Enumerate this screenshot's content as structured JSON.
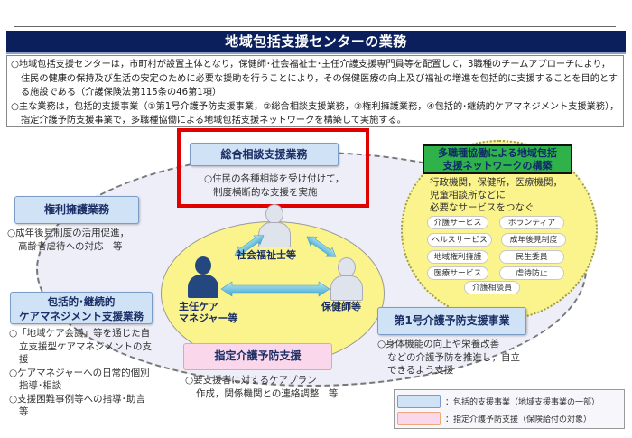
{
  "title": "地域包括支援センターの業務",
  "intro": {
    "paragraphs": [
      "○地域包括支援センターは，市町村が設置主体となり，保健師･社会福祉士･主任介護支援専門員等を配置して，3職種のチームアプローチにより，住民の健康の保持及び生活の安定のために必要な援助を行うことにより，その保健医療の向上及び福祉の増進を包括的に支援することを目的とする施設である（介護保険法第115条の46第1項）",
      "○主な業務は，包括的支援事業（①第1号介護予防支援事業，②総合相談支援業務，③権利擁護業務，④包括的･継続的ケアマネジメント支援業務），指定介護予防支援事業で，多職種協働による地域包括支援ネットワークを構築して実施する。"
    ]
  },
  "services": {
    "sogo": {
      "title": "総合相談支援業務",
      "desc": [
        "○住民の各種相談を受け付けて，",
        "制度横断的な支援を実施"
      ],
      "highlighted": true
    },
    "kenri": {
      "title": "権利擁護業務",
      "desc": [
        "○成年後見制度の活用促進，",
        "高齢者虐待への対応　等"
      ]
    },
    "hokatsu": {
      "title_lines": [
        "包括的･継続的",
        "ケアマネジメント支援業務"
      ],
      "desc": [
        "○「地域ケア会議」等を通じた自立支援型ケアマネジメントの支援",
        "○ケアマネジャーへの日常的個別指導･相談",
        "○支援困難事例等への指導･助言　等"
      ]
    },
    "shitei": {
      "title": "指定介護予防支援",
      "desc": [
        "○要支援者に対するケアプラン",
        "作成，関係機関との連絡調整　等"
      ]
    },
    "daiichi": {
      "title": "第1号介護予防支援事業",
      "desc": [
        "○身体機能の向上や栄養改善",
        "などの介護予防を推進し，自立",
        "できるよう支援"
      ]
    }
  },
  "team": {
    "shakai": "社会福祉士等",
    "shunin": [
      "主任ケア",
      "マネジャー等"
    ],
    "hokenshi": "保健師等"
  },
  "network": {
    "title_lines": [
      "多職種協働による地域包括",
      "支援ネットワークの構築"
    ],
    "desc": [
      "行政機関，保健所，医療機関，",
      "児童相談所などに",
      "必要なサービスをつなぐ"
    ],
    "pills": [
      "介護サービス",
      "ボランティア",
      "ヘルスサービス",
      "成年後見制度",
      "地域権利擁護",
      "民生委員",
      "医療サービス",
      "虐待防止",
      "介護相談員"
    ]
  },
  "legend": {
    "items": [
      {
        "label": "：包括的支援事業（地域支援事業の一部）",
        "color": "#cfe2f6"
      },
      {
        "label": "：指定介護予防支援（保険給付の対象）",
        "color": "#fbd7ec"
      }
    ]
  },
  "colors": {
    "title_bg": "#0b1f5c",
    "highlight_frame": "#e00000",
    "network_header": "#2fb24a",
    "yellow": "#fbf48c"
  }
}
